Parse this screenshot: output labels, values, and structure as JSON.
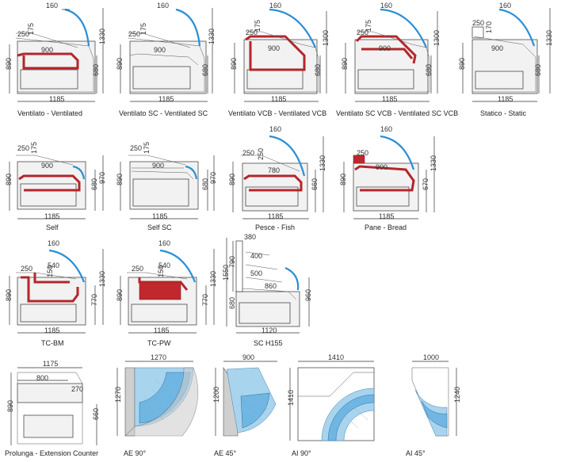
{
  "diagrams": [
    {
      "caption": "Ventilato - Ventilated",
      "dims": {
        "top": "160",
        "left": "250",
        "inner": "175",
        "depth": "900",
        "h_front": "890",
        "h_total": "1330",
        "h_back": "680",
        "width": "1185"
      }
    },
    {
      "caption": "Ventilato SC - Ventilated SC",
      "dims": {
        "top": "160",
        "left": "250",
        "inner": "175",
        "depth": "900",
        "h_front": "890",
        "h_total": "1330",
        "h_back": "680",
        "width": "1185"
      }
    },
    {
      "caption": "Ventilato VCB - Ventilated VCB",
      "dims": {
        "top": "160",
        "left": "250",
        "inner": "175",
        "depth": "900",
        "h_front": "890",
        "h_total": "1300",
        "h_back": "680",
        "width": "1185"
      }
    },
    {
      "caption": "Ventilato SC VCB - Ventilated SC VCB",
      "dims": {
        "top": "160",
        "left": "250",
        "inner": "175",
        "depth": "900",
        "h_front": "890",
        "h_total": "1300",
        "h_back": "680",
        "width": "1185"
      }
    },
    {
      "caption": "Statico - Static",
      "dims": {
        "top": "160",
        "left": "250",
        "inner": "170",
        "depth": "900",
        "h_front": "890",
        "h_total": "1330",
        "h_back": "680",
        "width": "1185"
      }
    },
    {
      "caption": "Self",
      "dims": {
        "left": "250",
        "inner": "175",
        "depth": "900",
        "h_front": "890",
        "h_back": "680",
        "h_total": "970",
        "width": "1185"
      }
    },
    {
      "caption": "Self SC",
      "dims": {
        "left": "250",
        "inner": "175",
        "depth": "900",
        "h_front": "890",
        "h_back": "680",
        "h_total": "970",
        "width": "1185"
      }
    },
    {
      "caption": "Pesce - Fish",
      "dims": {
        "top": "160",
        "left": "250",
        "inner": "250",
        "depth": "780",
        "h_front": "890",
        "h_total": "1330",
        "h_back": "660",
        "width": "1185"
      }
    },
    {
      "caption": "Pane - Bread",
      "dims": {
        "top": "160",
        "left": "250",
        "depth": "900",
        "h_front": "890",
        "h_total": "1330",
        "h_back": "670",
        "width": "1185"
      }
    },
    {
      "caption": "TC-BM",
      "dims": {
        "top": "160",
        "left": "250",
        "inner": "540",
        "extra": "150",
        "h_front": "890",
        "h_total": "1330",
        "h_back": "770",
        "width": "1185"
      }
    },
    {
      "caption": "TC-PW",
      "dims": {
        "top": "160",
        "left": "250",
        "inner": "540",
        "extra": "150",
        "h_front": "890",
        "h_total": "1330",
        "h_back": "770",
        "width": "1185"
      }
    },
    {
      "caption": "SC H155",
      "dims": {
        "top": "380",
        "shelf1": "400",
        "shelf2": "500",
        "shelf3": "860",
        "h_shelves": "790",
        "h_total": "1550",
        "h_front": "680",
        "h_back": "960",
        "width": "1120"
      }
    },
    {
      "caption": "Prolunga - Extension Counter",
      "dims": {
        "width_total": "1175",
        "top": "800",
        "right": "270",
        "h_front": "890",
        "h_back": "660"
      }
    },
    {
      "caption": "AE 90°",
      "dims": {
        "w": "1270",
        "h": "1270"
      }
    },
    {
      "caption": "AE 45°",
      "dims": {
        "w": "900",
        "h": "1200"
      }
    },
    {
      "caption": "AI  90°",
      "dims": {
        "w": "1410",
        "h": "1410"
      }
    },
    {
      "caption": "AI  45°",
      "dims": {
        "w": "1000",
        "h": "1240"
      }
    }
  ]
}
